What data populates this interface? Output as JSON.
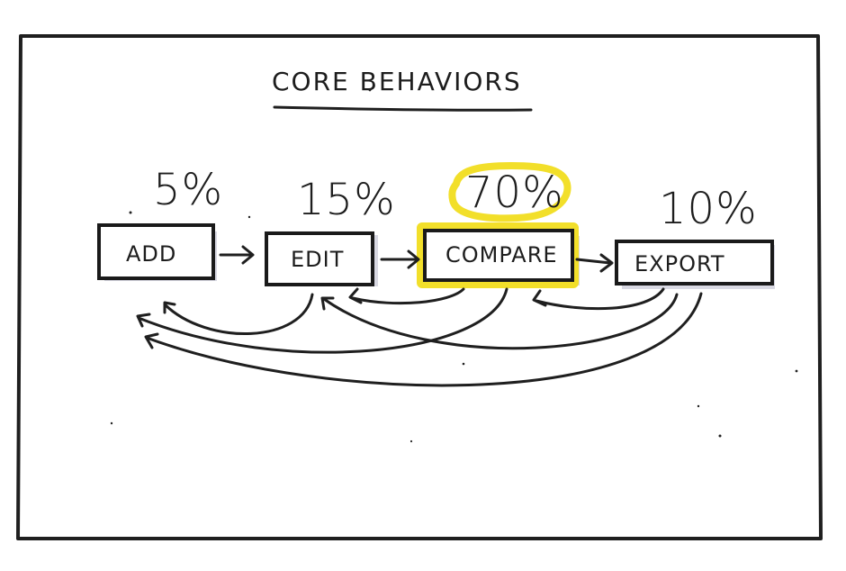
{
  "diagram": {
    "title": "CORE BEHAVIORS",
    "colors": {
      "ink": "#1f1f1f",
      "highlight": "#f2df2a",
      "shadow": "#d8d8e2",
      "paper": "#ffffff"
    },
    "nodes": [
      {
        "id": "add",
        "label": "ADD",
        "percent": "5%"
      },
      {
        "id": "edit",
        "label": "EDIT",
        "percent": "15%"
      },
      {
        "id": "compare",
        "label": "COMPARE",
        "percent": "70%",
        "highlighted": true
      },
      {
        "id": "export",
        "label": "EXPORT",
        "percent": "10%"
      }
    ],
    "forward_arrows": [
      {
        "from": "add",
        "to": "edit"
      },
      {
        "from": "edit",
        "to": "compare"
      },
      {
        "from": "compare",
        "to": "export"
      }
    ],
    "back_arrows": [
      {
        "from": "compare",
        "to": "edit"
      },
      {
        "from": "export",
        "to": "compare"
      },
      {
        "from": "edit",
        "to": "add"
      },
      {
        "from": "compare",
        "to": "add"
      },
      {
        "from": "export",
        "to": "edit"
      },
      {
        "from": "export",
        "to": "add"
      }
    ]
  }
}
